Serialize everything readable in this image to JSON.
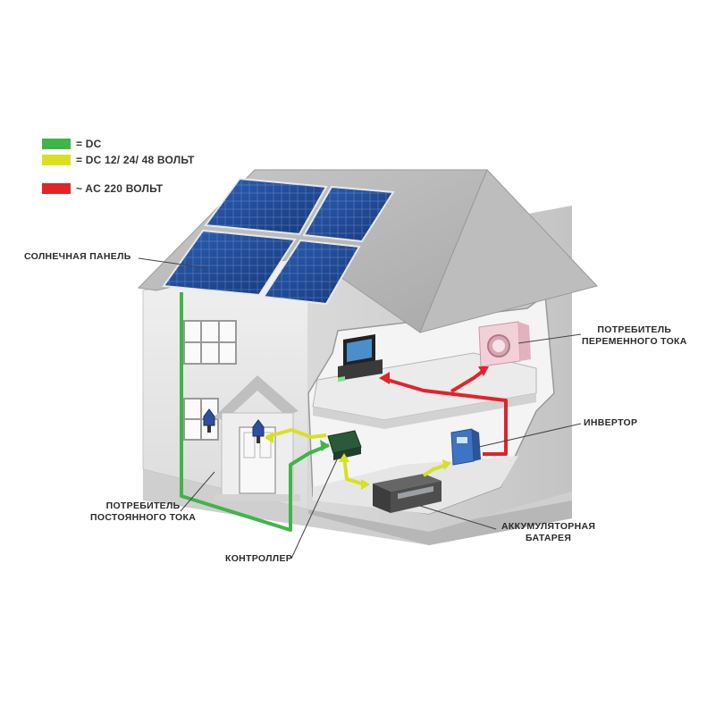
{
  "legend": [
    {
      "color": "#3fb549",
      "text": "= DC"
    },
    {
      "color": "#d9e021",
      "text": "= DC 12/ 24/ 48 ВОЛЬТ"
    },
    {
      "color": "#e2232a",
      "text": "~ AC 220 ВОЛЬТ"
    }
  ],
  "labels": {
    "solar_panel": "СОЛНЕЧНАЯ ПАНЕЛЬ",
    "ac_consumer_line1": "ПОТРЕБИТЕЛЬ",
    "ac_consumer_line2": "ПЕРЕМЕННОГО ТОКА",
    "inverter": "ИНВЕРТОР",
    "dc_consumer_line1": "ПОТРЕБИТЕЛЬ",
    "dc_consumer_line2": "ПОСТОЯННОГО ТОКА",
    "battery_line1": "АККУМУЛЯТОРНАЯ",
    "battery_line2": "БАТАРЕЯ",
    "controller": "КОНТРОЛЛЕР"
  }
}
